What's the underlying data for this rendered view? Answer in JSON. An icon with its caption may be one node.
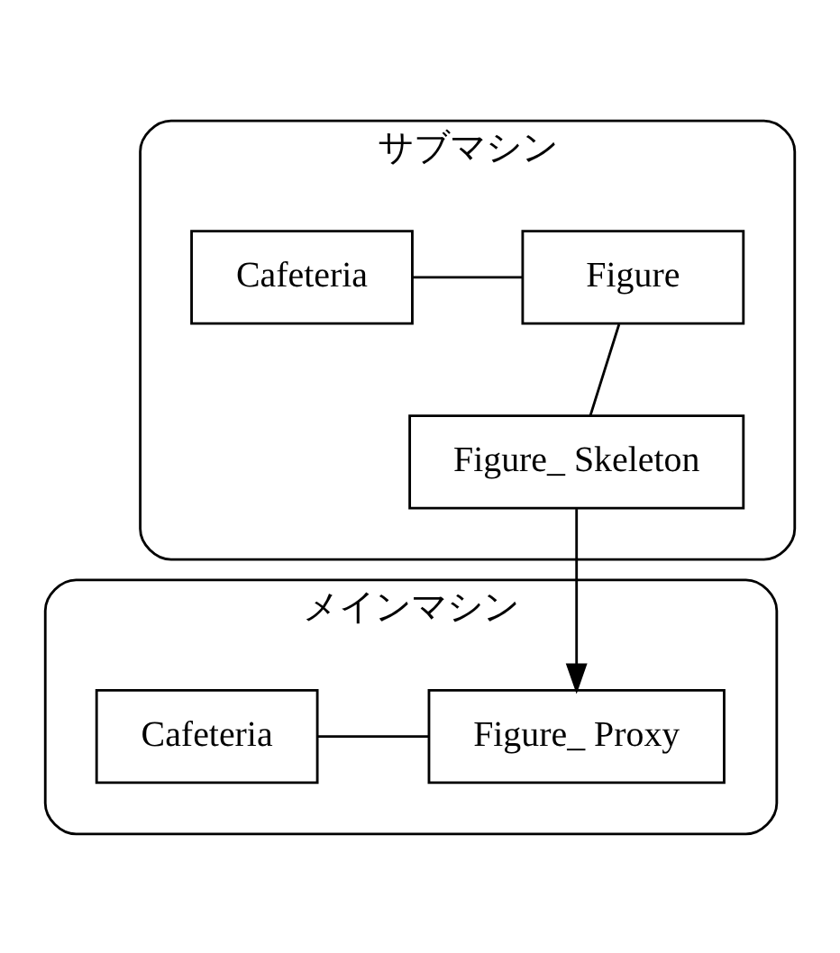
{
  "diagram": {
    "nodes": [
      {
        "text": [
          "サブマシン"
        ]
      },
      {
        "text": [
          "Cafeteria"
        ],
        "in": 0
      },
      {
        "text": [
          "Figure"
        ],
        "in": 0
      },
      {
        "text": [
          "Figure_ Skeleton"
        ],
        "in": 0
      },
      {
        "text": [
          "メインマシン"
        ]
      },
      {
        "text": [
          "Cafeteria"
        ],
        "in": 4
      },
      {
        "text": [
          "Figure_ Proxy"
        ],
        "in": 4
      }
    ],
    "edges": [
      {
        "from": 1,
        "to": 2,
        "arrow": "none"
      },
      {
        "from": 2,
        "to": 3,
        "arrow": "none"
      },
      {
        "from": 3,
        "to": 6,
        "arrow": "to"
      },
      {
        "from": 5,
        "to": 6,
        "arrow": "none"
      }
    ]
  }
}
